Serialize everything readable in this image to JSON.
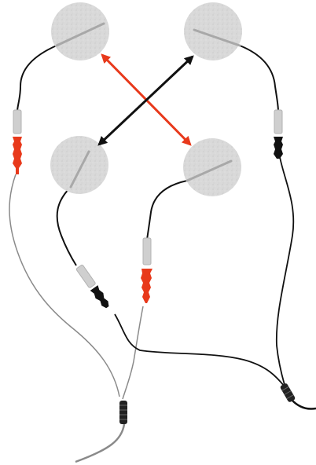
{
  "diagram": {
    "colors": {
      "background": "#ffffff",
      "pad_fill": "#d9d9d9",
      "pad_line": "#a8a8a8",
      "wire_black": "#111111",
      "wire_gray": "#8a8a8a",
      "arrow_red": "#e8391b",
      "arrow_black": "#111111",
      "connector_red": "#e8391b",
      "connector_black": "#111111",
      "connector_sleeve": "#cfcfcf"
    },
    "pads": [
      {
        "id": "top-left",
        "channel": "red"
      },
      {
        "id": "top-right",
        "channel": "black"
      },
      {
        "id": "bottom-left",
        "channel": "black"
      },
      {
        "id": "bottom-right",
        "channel": "red"
      }
    ],
    "arrows": [
      {
        "from": "top-left",
        "to": "bottom-right",
        "color": "red",
        "heads": "both"
      },
      {
        "from": "top-right",
        "to": "bottom-left",
        "color": "black",
        "heads": "both"
      }
    ]
  }
}
